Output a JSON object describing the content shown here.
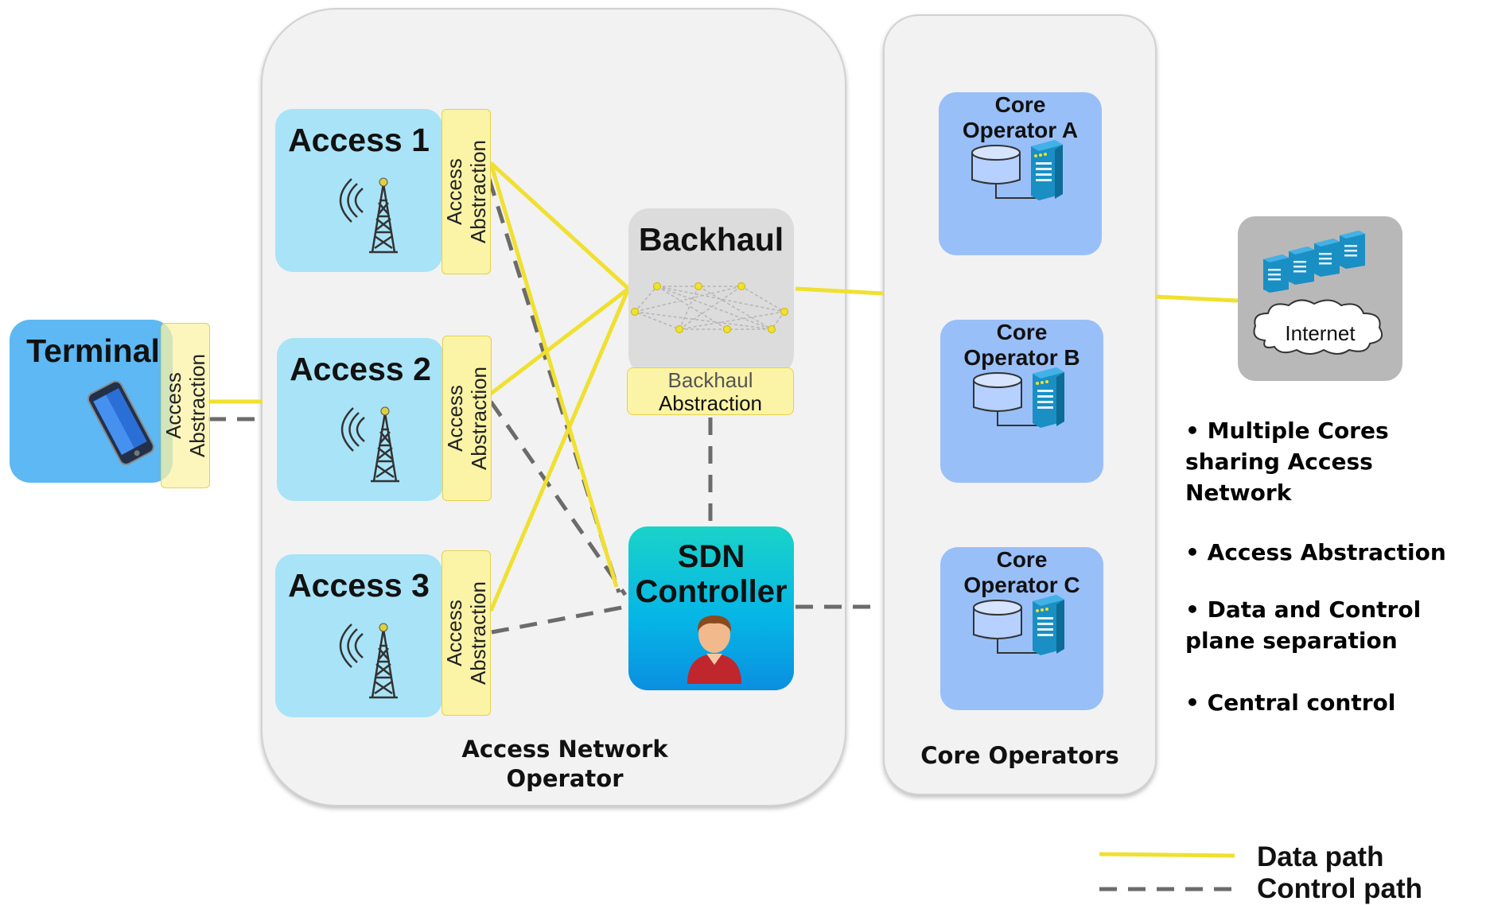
{
  "terminal": {
    "title": "Terminal",
    "abstraction": "Access\nAbstraction"
  },
  "access_network": {
    "caption": "Access Network\nOperator",
    "access_nodes": [
      {
        "title": "Access 1",
        "abstraction": "Access\nAbstraction"
      },
      {
        "title": "Access 2",
        "abstraction": "Access\nAbstraction"
      },
      {
        "title": "Access 3",
        "abstraction": "Access\nAbstraction"
      }
    ],
    "backhaul": {
      "title": "Backhaul",
      "abstraction_line1": "Backhaul",
      "abstraction_line2": "Abstraction"
    },
    "sdn": {
      "line1": "SDN",
      "line2": "Controller"
    }
  },
  "core_operators": {
    "caption": "Core Operators",
    "operators": [
      {
        "title": "Core\nOperator A"
      },
      {
        "title": "Core\nOperator B"
      },
      {
        "title": "Core\nOperator C"
      }
    ]
  },
  "internet": {
    "label": "Internet"
  },
  "bullets": [
    "• Multiple Cores\nsharing Access\nNetwork",
    "• Access Abstraction",
    "• Data and Control\nplane separation",
    "• Central control"
  ],
  "legend": {
    "data_path": "Data path",
    "control_path": "Control path"
  },
  "colors": {
    "data_path": "#f0e030",
    "control_path": "#6b6b6b",
    "access": "#a9e3f7",
    "core": "#99bff8",
    "abstraction": "#fbf3a6"
  }
}
